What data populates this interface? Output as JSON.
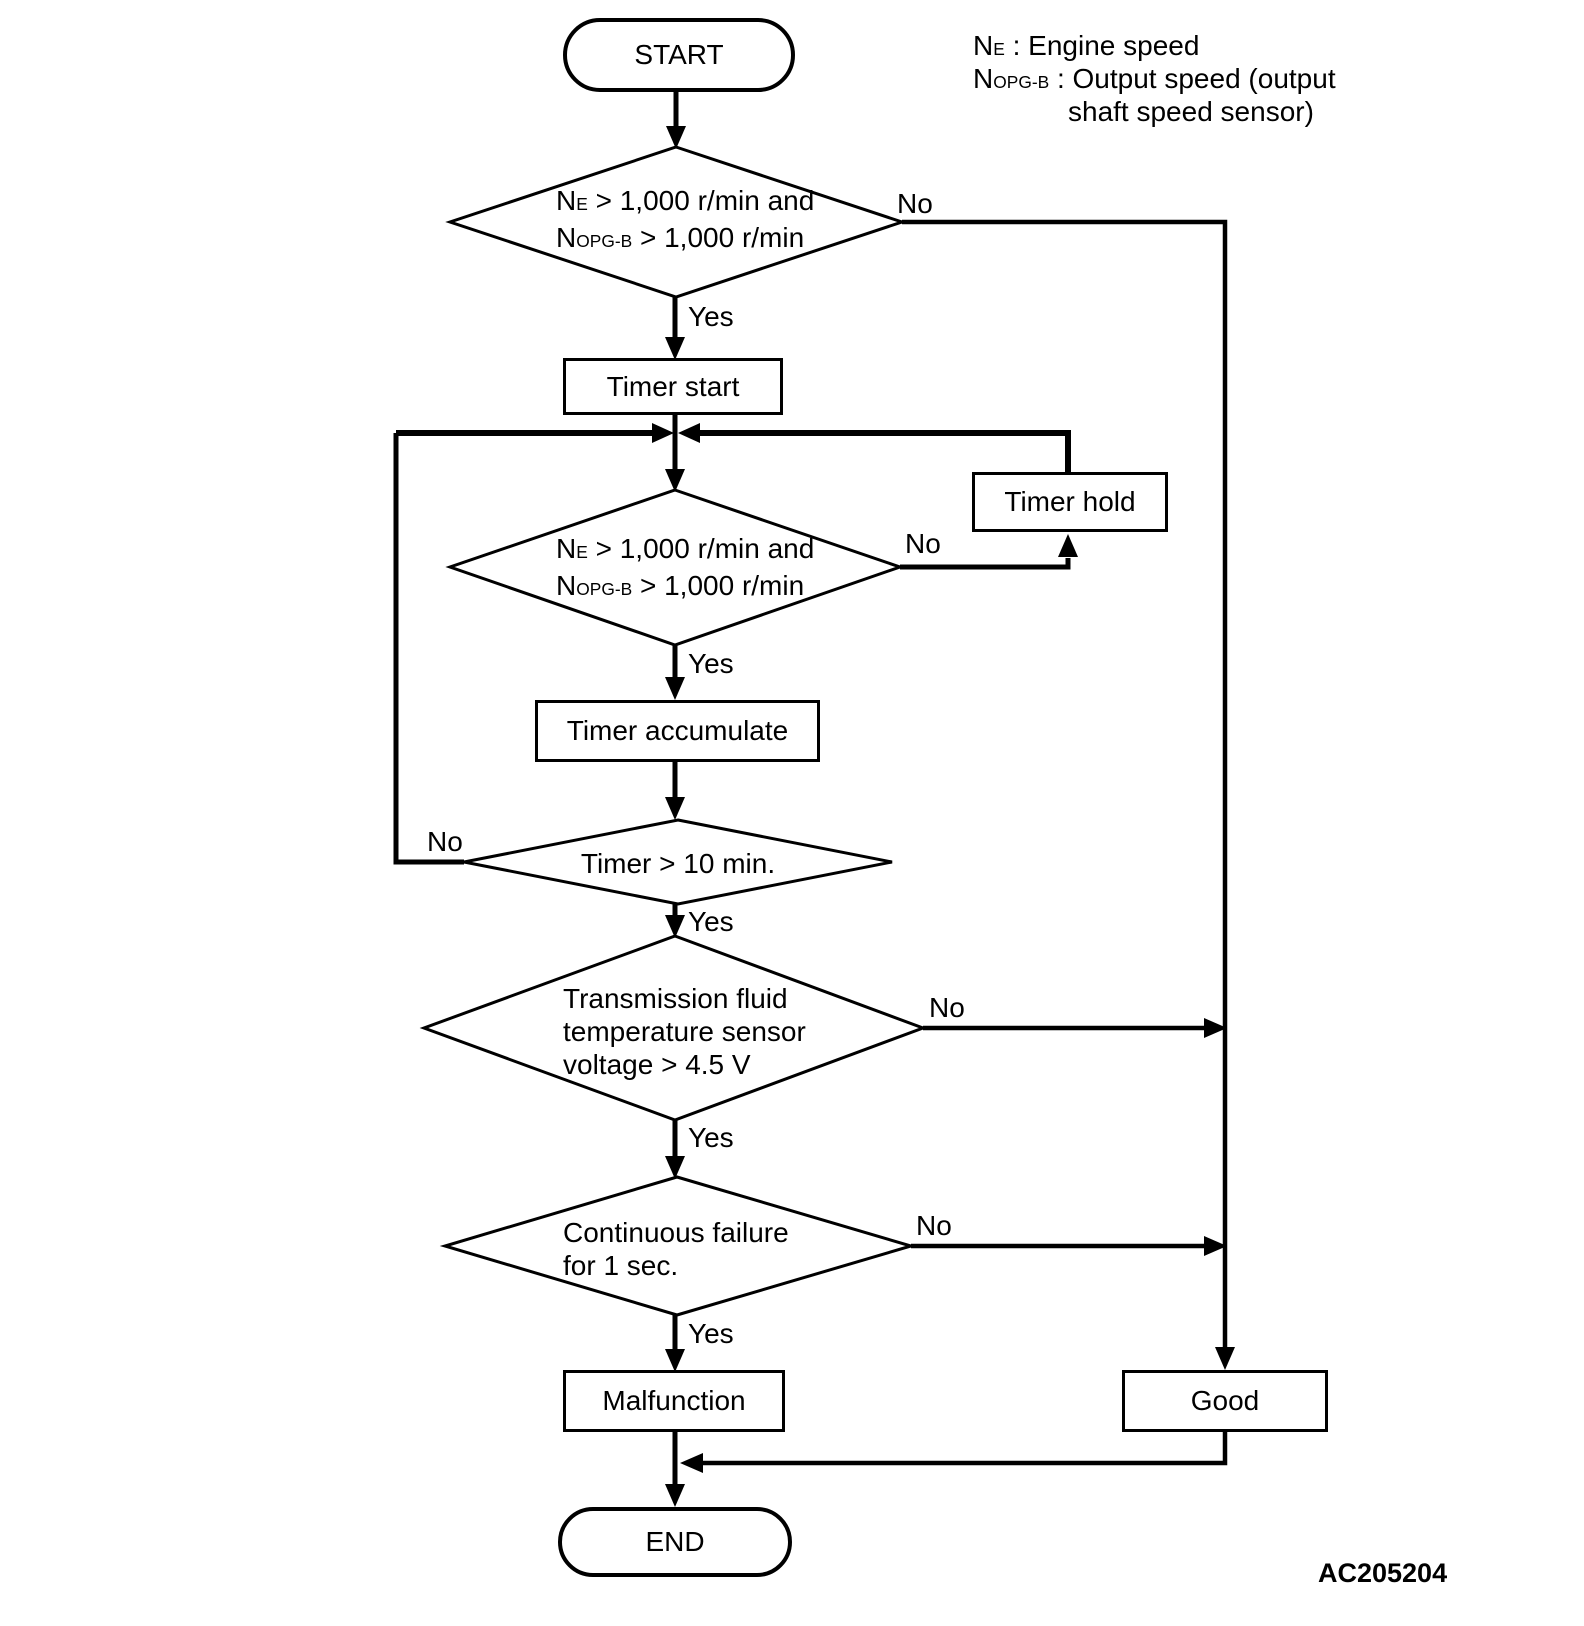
{
  "colors": {
    "ink": "#000000",
    "background": "#ffffff"
  },
  "legend": {
    "entries": [
      {
        "sym": "N",
        "sub": "E",
        "desc": " : Engine speed"
      },
      {
        "sym": "N",
        "sub": "OPG-B",
        "desc": " : Output speed (output",
        "desc2": "shaft speed sensor)"
      }
    ]
  },
  "nodes": {
    "start": "START",
    "decision1": {
      "l1_sym": "N",
      "l1_sub": "E",
      "l1_text": " > 1,000 r/min and",
      "l2_sym": "N",
      "l2_sub": "OPG-B",
      "l2_text": " > 1,000 r/min"
    },
    "timer_start": "Timer start",
    "timer_hold": "Timer hold",
    "decision2": {
      "l1_sym": "N",
      "l1_sub": "E",
      "l1_text": " > 1,000 r/min and",
      "l2_sym": "N",
      "l2_sub": "OPG-B",
      "l2_text": " > 1,000 r/min"
    },
    "timer_accumulate": "Timer accumulate",
    "decision3": "Timer > 10 min.",
    "decision4": {
      "l1": "Transmission fluid",
      "l2": "temperature sensor",
      "l3": "voltage > 4.5 V"
    },
    "decision5": {
      "l1": "Continuous failure",
      "l2": "for 1 sec."
    },
    "malfunction": "Malfunction",
    "good": "Good",
    "end": "END"
  },
  "labels": {
    "d1_yes": "Yes",
    "d1_no": "No",
    "d2_yes": "Yes",
    "d2_no": "No",
    "d3_yes": "Yes",
    "d3_no": "No",
    "d4_yes": "Yes",
    "d4_no": "No",
    "d5_yes": "Yes",
    "d5_no": "No"
  },
  "figure_id": "AC205204"
}
